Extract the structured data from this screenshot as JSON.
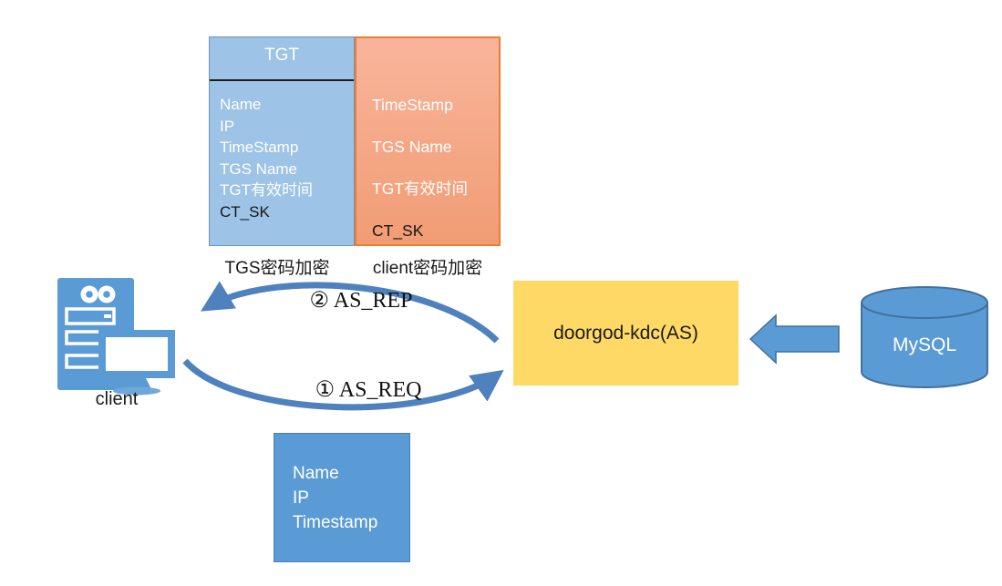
{
  "tgt_box": {
    "title": "TGT",
    "fields": [
      "Name",
      "IP",
      "TimeStamp",
      "TGS Name",
      "TGT有效时间",
      "CT_SK"
    ]
  },
  "client_ticket_box": {
    "fields": [
      "TimeStamp",
      "TGS Name",
      "TGT有效时间",
      "CT_SK"
    ]
  },
  "captions": {
    "tgs_encrypt": "TGS密码加密",
    "client_encrypt": "client密码加密"
  },
  "client": {
    "label": "client"
  },
  "flows": {
    "as_rep": "② AS_REP",
    "as_req": "① AS_REQ"
  },
  "kdc": {
    "label": "doorgod-kdc(AS)"
  },
  "database": {
    "label": "MySQL"
  },
  "request_box": {
    "fields": [
      "Name",
      "IP",
      "Timestamp"
    ]
  },
  "colors": {
    "steel_blue": "#5B9BD5",
    "light_blue_fill": "#9DC3E6",
    "orange_fill": "#F5A583",
    "orange_border": "#ED7D31",
    "yellow_fill": "#FFD966",
    "arc_blue": "#4E81BD",
    "dark_blue_border": "#41719C"
  }
}
